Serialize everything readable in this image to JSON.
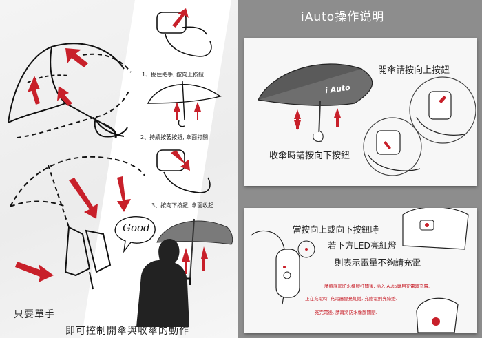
{
  "left": {
    "step1": "1、握住把手, 按向上按鈕",
    "step2": "2、持續按著按鈕, 傘面打開",
    "step3": "3、按向下按鈕, 傘面收起",
    "good": "Good",
    "one_hand": "只要單手",
    "control": "即可控制開傘與收傘的動作"
  },
  "right": {
    "title": "iAuto操作说明",
    "brand": "i Auto",
    "open_text": "開傘請按向上按鈕",
    "close_text": "收傘時請按向下按鈕",
    "led_line1": "當按向上或向下按鈕時",
    "led_line2": "若下方LED亮紅燈",
    "led_line3": "則表示電量不夠請充電",
    "charge_note1": "請將底部防水橡膠打開後, 插入iAuto專用充電器充電.",
    "charge_note2": "正在充電時, 充電器會亮紅燈, 充飽電則亮綠燈.",
    "charge_note3": "充完電後, 請再將防水橡膠關閉."
  },
  "colors": {
    "accent_red": "#c8202a",
    "panel_gray": "#8d8d8d",
    "canopy_gray": "#7a7a7a"
  }
}
